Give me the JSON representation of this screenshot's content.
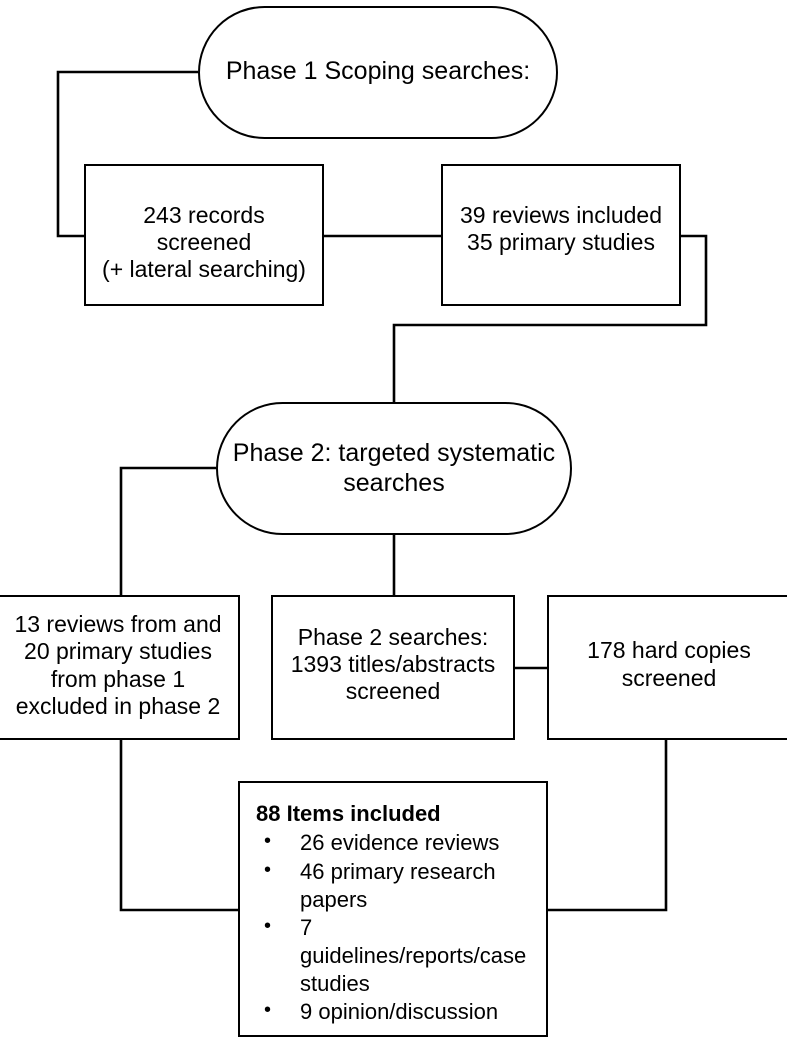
{
  "diagram": {
    "title": "Two-phase literature search flow diagram",
    "background_color": "#ffffff",
    "line_color": "#000000",
    "nodes": {
      "phase1": {
        "shape": "stadium",
        "label": "Phase 1 Scoping searches:"
      },
      "records_screened": {
        "shape": "rectangle",
        "label": "243 records screened\n(+ lateral searching)"
      },
      "reviews_included": {
        "shape": "rectangle",
        "label": "39 reviews included\n35 primary studies"
      },
      "phase2": {
        "shape": "stadium",
        "label": "Phase 2: targeted systematic searches"
      },
      "excluded": {
        "shape": "rectangle",
        "label": "13 reviews from  and\n20 primary studies\nfrom phase 1\nexcluded in phase 2"
      },
      "titles_screened": {
        "shape": "rectangle",
        "label": "Phase 2 searches:\n1393 titles/abstracts\nscreened"
      },
      "hard_copies": {
        "shape": "rectangle",
        "label": "178 hard copies\nscreened"
      },
      "items_included": {
        "shape": "rectangle",
        "heading": "88 Items included",
        "bullet_glyph": "•",
        "bullets": [
          "26 evidence reviews",
          "46 primary research papers",
          "7 guidelines/reports/case studies",
          "9 opinion/discussion"
        ]
      }
    }
  }
}
